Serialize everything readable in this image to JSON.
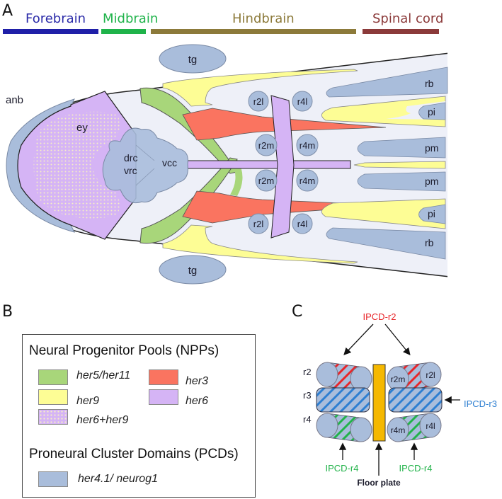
{
  "panels": {
    "a": {
      "letter": "A"
    },
    "b": {
      "letter": "B"
    },
    "c": {
      "letter": "C"
    }
  },
  "regions": [
    {
      "label": "Forebrain",
      "color": "#1f1fa8"
    },
    {
      "label": "Midbrain",
      "color": "#1fb34a"
    },
    {
      "label": "Hindbrain",
      "color": "#8c7a3a"
    },
    {
      "label": "Spinal cord",
      "color": "#8b3a3a"
    }
  ],
  "anatomy_labels": {
    "anb": "anb",
    "ey": "ey",
    "drc": "drc",
    "vrc": "vrc",
    "vcc": "vcc",
    "tg_top": "tg",
    "tg_bottom": "tg",
    "r2l_top": "r2l",
    "r4l_top": "r4l",
    "r2m_top": "r2m",
    "r4m_top": "r4m",
    "r2m_bottom": "r2m",
    "r4m_bottom": "r4m",
    "r2l_bottom": "r2l",
    "r4l_bottom": "r4l",
    "rb_top": "rb",
    "pi_top": "pi",
    "pm_top": "pm",
    "pm_bottom": "pm",
    "pi_bottom": "pi",
    "rb_bottom": "rb"
  },
  "legend": {
    "npp_title": "Neural Progenitor Pools (NPPs)",
    "npp_items": [
      {
        "label": "her5/her11",
        "color": "#a8d67a"
      },
      {
        "label": "her3",
        "color": "#fa7460"
      },
      {
        "label": "her9",
        "color": "#fdfd95"
      },
      {
        "label": "her6",
        "color": "#d5b4f5"
      },
      {
        "label": "her6+her9",
        "color": "#d5b4f5",
        "pattern": "dots"
      }
    ],
    "pcd_title": "Proneural Cluster Domains (PCDs)",
    "pcd_items": [
      {
        "label": "her4.1/ neurog1",
        "color": "#a9bddb"
      }
    ]
  },
  "panel_c": {
    "rows_left": [
      "r2",
      "r3",
      "r4"
    ],
    "cells_right": {
      "r2m": "r2m",
      "r2l": "r2l",
      "r4m": "r4m",
      "r4l": "r4l"
    },
    "ipcd_r2": {
      "label": "IPCD-r2",
      "color": "#e8262a"
    },
    "ipcd_r3": {
      "label": "IPCD-r3",
      "color": "#2e7fd1"
    },
    "ipcd_r4_left": {
      "label": "IPCD-r4",
      "color": "#22b34a"
    },
    "ipcd_r4_right": {
      "label": "IPCD-r4",
      "color": "#22b34a"
    },
    "floor_plate": "Floor plate",
    "floor_plate_color": "#f5b800"
  },
  "colors": {
    "pcd": "#a9bddb",
    "her5": "#a8d67a",
    "her3": "#fa7460",
    "her9": "#fdfd95",
    "her6": "#d5b4f5",
    "tissue": "#eef0f8"
  }
}
